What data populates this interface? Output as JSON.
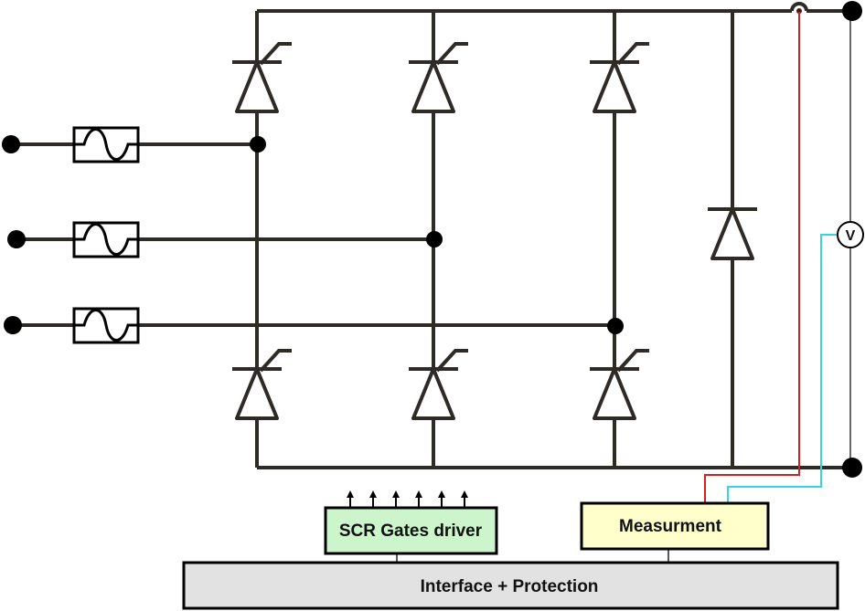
{
  "blocks": {
    "gates_driver": {
      "label": "SCR Gates driver",
      "fill": "#ccf5cc"
    },
    "measurement": {
      "label": "Measurment",
      "fill": "#ffffcc"
    },
    "interface": {
      "label": "Interface + Protection",
      "fill": "#e2e2e2"
    }
  },
  "voltmeter": {
    "label": "V"
  },
  "colors": {
    "wire": "#2e2a26",
    "current_sense": "#d42020",
    "voltage_sense": "#33d6e6"
  },
  "components": {
    "inputs": [
      "phase-1",
      "phase-2",
      "phase-3"
    ],
    "fuses": 3,
    "thyristors": 6,
    "freewheel_diode": 1,
    "gate_outputs": 6
  }
}
